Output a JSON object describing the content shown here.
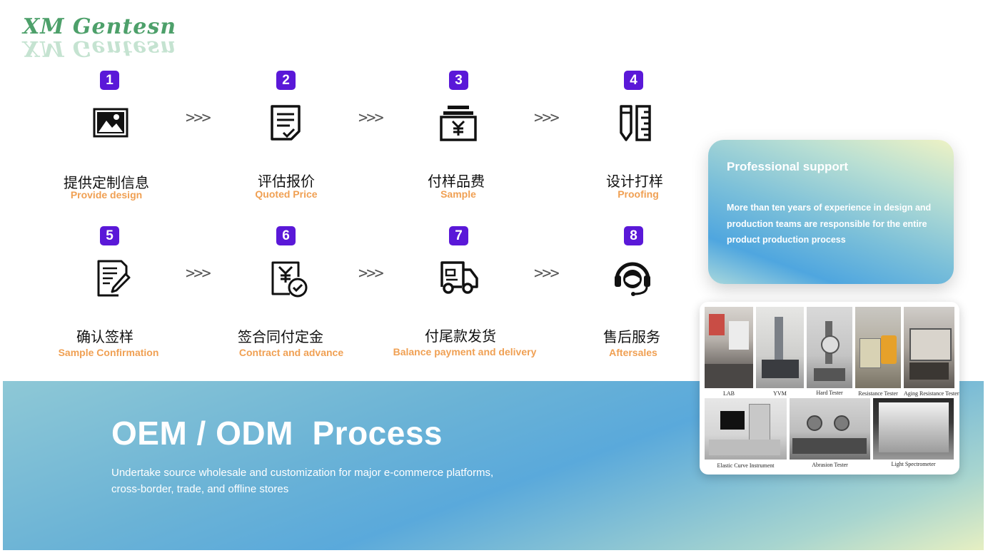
{
  "logo": {
    "text": "XM Gentesn"
  },
  "steps": [
    {
      "number": "1",
      "cn": "提供定制信息",
      "en": "Provide design",
      "icon": "image-icon"
    },
    {
      "number": "2",
      "cn": "评估报价",
      "en": "Quoted Price",
      "icon": "document-check-icon"
    },
    {
      "number": "3",
      "cn": "付样品费",
      "en": "Sample",
      "icon": "yen-payment-icon"
    },
    {
      "number": "4",
      "cn": "设计打样",
      "en": "Proofing",
      "icon": "ruler-pencil-icon"
    },
    {
      "number": "5",
      "cn": "确认签样",
      "en": "Sample Confirmation",
      "icon": "edit-document-icon"
    },
    {
      "number": "6",
      "cn": "签合同付定金",
      "en": "Contract and advance",
      "icon": "yen-receipt-check-icon"
    },
    {
      "number": "7",
      "cn": "付尾款发货",
      "en": "Balance payment and delivery",
      "icon": "delivery-truck-icon"
    },
    {
      "number": "8",
      "cn": "售后服务",
      "en": "Aftersales",
      "icon": "headset-support-icon"
    }
  ],
  "arrow_text": ">>>",
  "banner": {
    "title": "OEM / ODM  Process",
    "subtitle_line1": "Undertake source wholesale and customization for major e-commerce platforms,",
    "subtitle_line2": "cross-border, trade, and offline stores"
  },
  "support_card": {
    "title": "Professional support",
    "text": "More than ten years of experience in design and production teams are responsible for the entire product production process"
  },
  "lab_photos": {
    "captions": [
      "LAB",
      "YVM",
      "Hard Tester",
      "Resistance Tester",
      "Aging Resistance Tester",
      "Elastic Curve Instrument",
      "Abrasion Tester",
      "Light Spectrometer"
    ]
  },
  "colors": {
    "badge": "#5a18d8",
    "english_label": "#f0a053",
    "banner_text": "#ffffff"
  }
}
